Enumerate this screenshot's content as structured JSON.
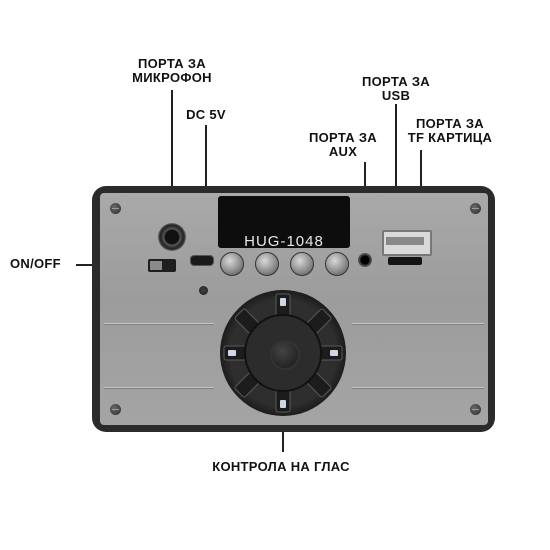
{
  "labels": {
    "mic": [
      "ПОРТА ЗА",
      "МИКРОФОН"
    ],
    "dc": "DC 5V",
    "aux": [
      "ПОРТА ЗА",
      "AUX"
    ],
    "usb": [
      "ПОРТА ЗА",
      "USB"
    ],
    "tf": [
      "ПОРТА ЗА",
      "TF КАРТИЦА"
    ],
    "onoff": "ON/OFF",
    "volume": "КОНТРОЛА НА ГЛАС"
  },
  "device": {
    "display_text": "HUG-1048",
    "buttons": [
      "prev-button",
      "play-pause-button",
      "next-button",
      "mode-button"
    ]
  },
  "colors": {
    "panel": "#9c9c9c",
    "frame": "#2b2b2b",
    "display": "#0d0d0d"
  }
}
